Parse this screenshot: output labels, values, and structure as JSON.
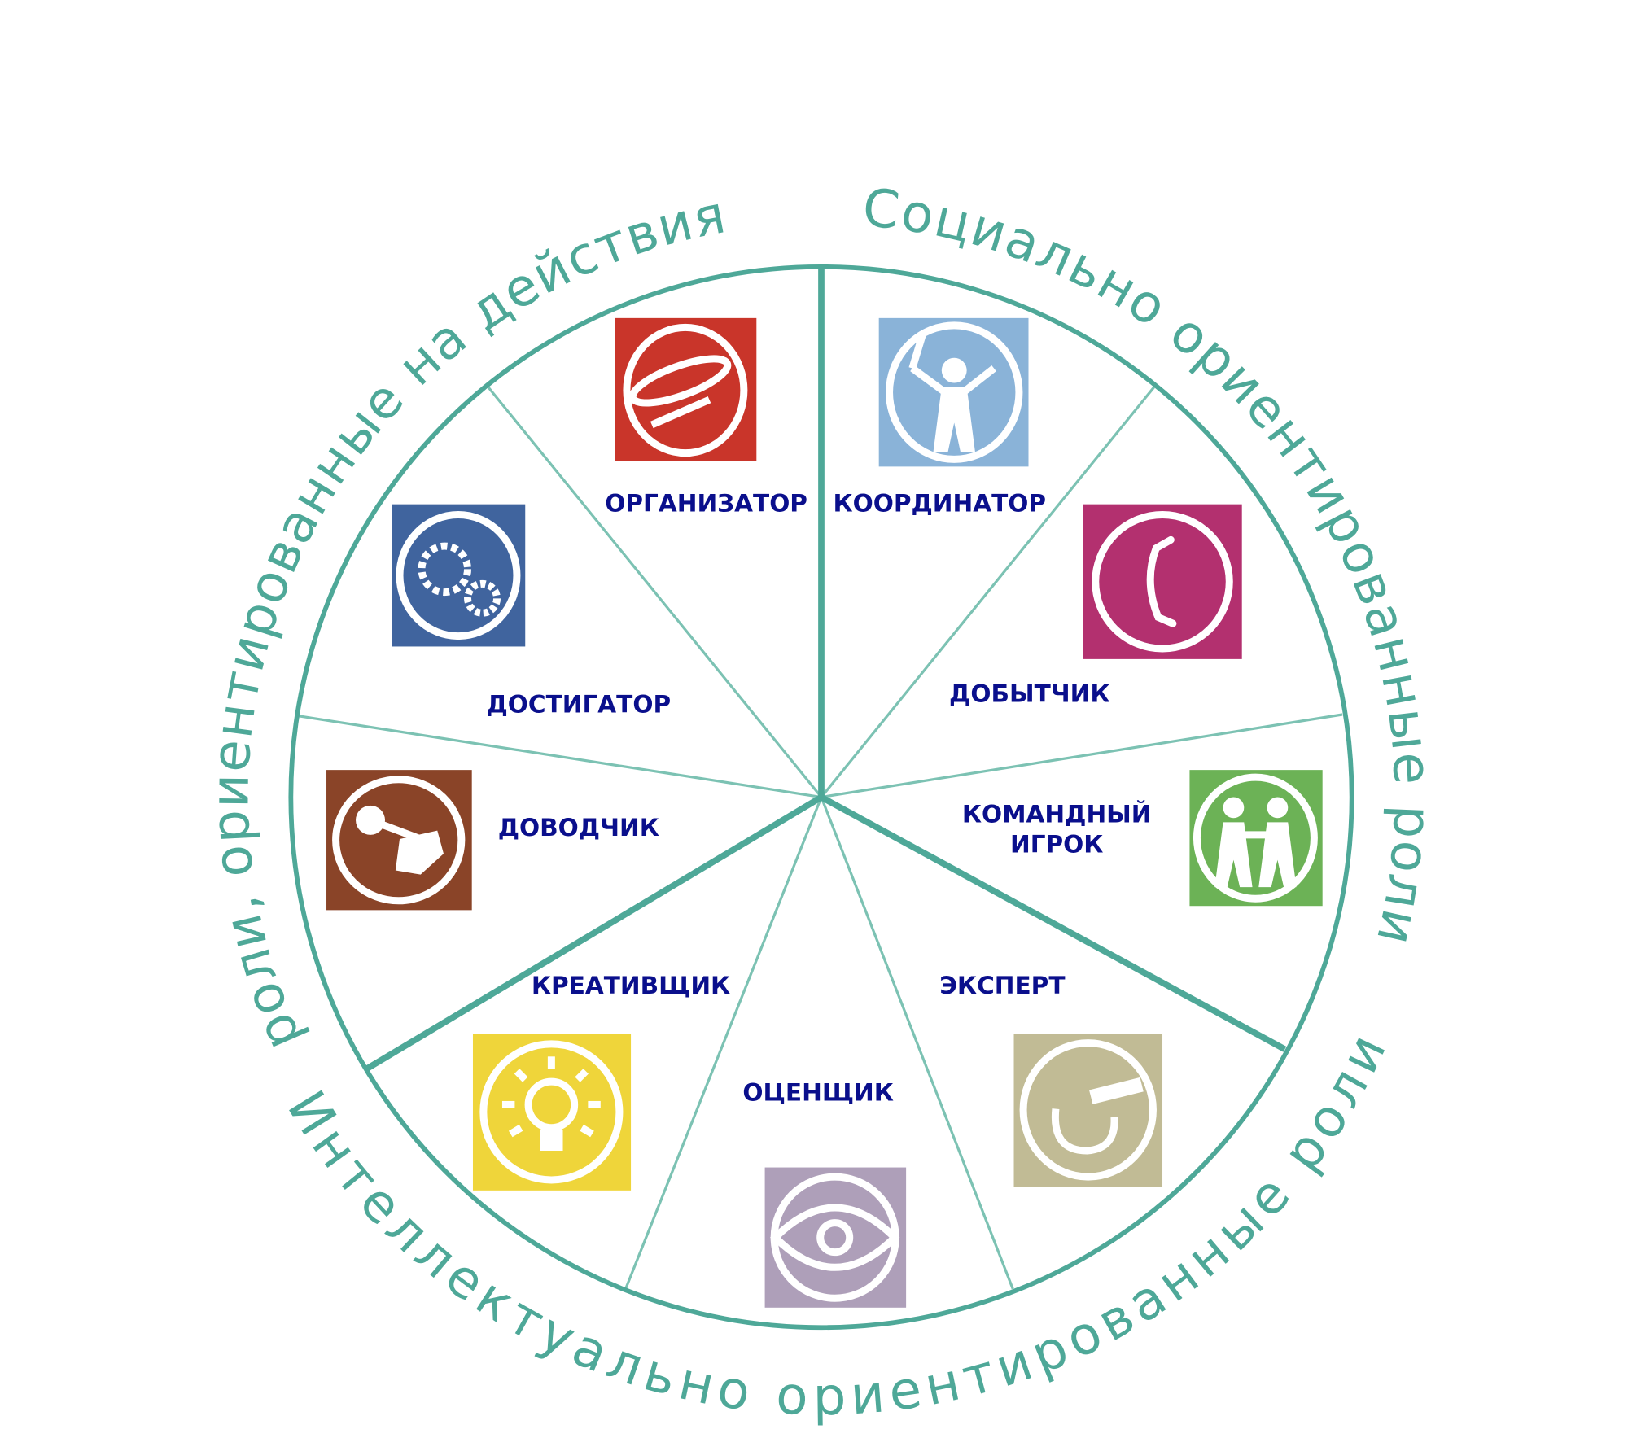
{
  "diagram": {
    "group_titles": {
      "action": "роли, ориентированные на действия",
      "social": "Социально ориентированные роли",
      "intellectual": "Интеллектуально ориентированные роли"
    },
    "roles": [
      {
        "label": "ОРГАНИЗАТОР",
        "icon": "whip-icon",
        "color": "#c9352a",
        "group": "action"
      },
      {
        "label": "КООРДИНАТОР",
        "icon": "conductor-icon",
        "color": "#8ab3d8",
        "group": "social"
      },
      {
        "label": "ДОСТИГАТОР",
        "icon": "gears-icon",
        "color": "#40649e",
        "group": "action"
      },
      {
        "label": "ДОБЫТЧИК",
        "icon": "phone-icon",
        "color": "#b3306f",
        "group": "social"
      },
      {
        "label": "ДОВОДЧИК",
        "icon": "wrench-icon",
        "color": "#8a4428",
        "group": "action"
      },
      {
        "label_line1": "КОМАНДНЫЙ",
        "label_line2": "ИГРОК",
        "icon": "two-people-icon",
        "color": "#6cb256",
        "group": "social"
      },
      {
        "label": "КРЕАТИВЩИК",
        "icon": "lightbulb-icon",
        "color": "#efd53a",
        "group": "intellectual"
      },
      {
        "label": "ЭКСПЕРТ",
        "icon": "micrometer-icon",
        "color": "#c1bb95",
        "group": "intellectual"
      },
      {
        "label": "ОЦЕНЩИК",
        "icon": "eye-icon",
        "color": "#ae9fb9",
        "group": "intellectual"
      }
    ],
    "colors": {
      "ring": "#4ea898",
      "spoke": "#7cc2b3",
      "label": "#0a0f8c"
    }
  }
}
